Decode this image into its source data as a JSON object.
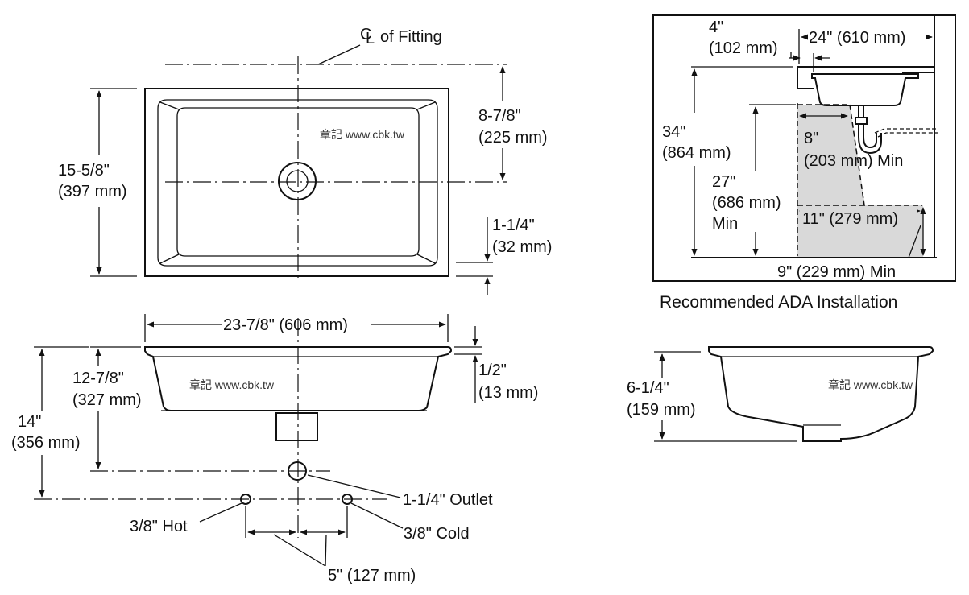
{
  "top_view": {
    "cl_symbol": "C",
    "cl_symbol_sub": "L",
    "cl_label": "of Fitting",
    "width_label_1": "15-5/8\"",
    "width_label_2": "(397 mm)",
    "drain_offset_1": "8-7/8\"",
    "drain_offset_2": "(225 mm)",
    "rim_1": "1-1/4\"",
    "rim_2": "(32 mm)",
    "watermark": "章記 www.cbk.tw"
  },
  "front_view": {
    "length_label": "23-7/8\" (606 mm)",
    "flange_1": "1/2\"",
    "flange_2": "(13 mm)",
    "depth_to_outlet_1": "12-7/8\"",
    "depth_to_outlet_2": "(327 mm)",
    "depth_to_supply_1": "14\"",
    "depth_to_supply_2": "(356 mm)",
    "outlet_label": "1-1/4\" Outlet",
    "hot_label": "3/8\" Hot",
    "cold_label": "3/8\" Cold",
    "spacing_label": "5\" (127 mm)",
    "watermark": "章記 www.cbk.tw"
  },
  "ada": {
    "setback_1": "4\"",
    "setback_2": "(102 mm)",
    "counter_depth": "24\" (610 mm)",
    "height_1": "34\"",
    "height_2": "(864 mm)",
    "knee_depth_1": "8\"",
    "knee_depth_2": "(203 mm) Min",
    "knee_height_1": "27\"",
    "knee_height_2": "(686 mm)",
    "knee_height_3": "Min",
    "toe_depth": "11\" (279 mm)",
    "toe_height": "9\" (229 mm) Min",
    "caption": "Recommended ADA Installation"
  },
  "side_view": {
    "height_1": "6-1/4\"",
    "height_2": "(159 mm)",
    "watermark": "章記 www.cbk.tw"
  }
}
